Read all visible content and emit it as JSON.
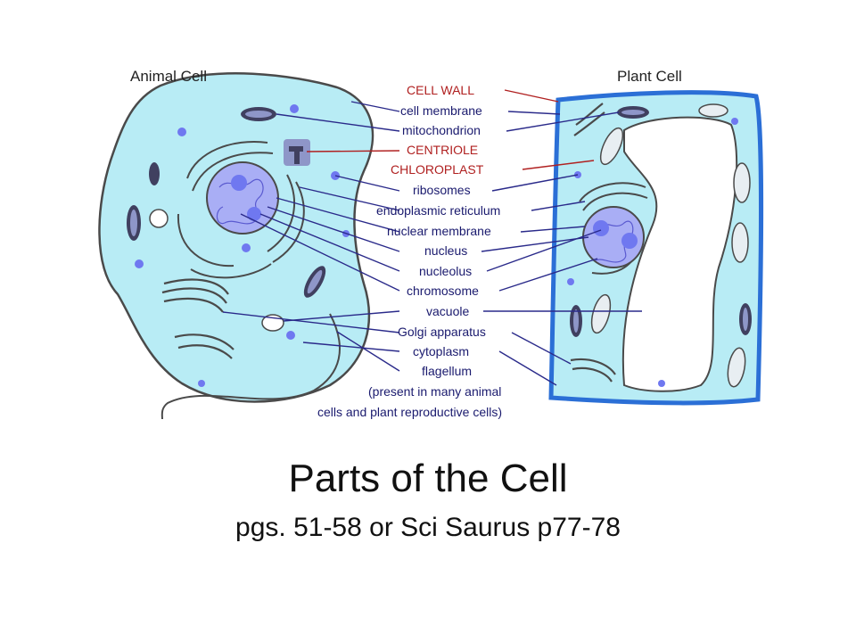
{
  "diagram": {
    "animal_heading": "Animal Cell",
    "plant_heading": "Plant Cell",
    "labels": [
      {
        "id": "cell-wall",
        "text": "CELL WALL",
        "style": "red"
      },
      {
        "id": "cell-membrane",
        "text": "cell membrane",
        "style": "blue"
      },
      {
        "id": "mitochondrion",
        "text": "mitochondrion",
        "style": "blue"
      },
      {
        "id": "centriole",
        "text": "CENTRIOLE",
        "style": "red"
      },
      {
        "id": "chloroplast",
        "text": "CHLOROPLAST",
        "style": "red"
      },
      {
        "id": "ribosomes",
        "text": "ribosomes",
        "style": "blue"
      },
      {
        "id": "endoplasmic-reticulum",
        "text": "endoplasmic reticulum",
        "style": "blue"
      },
      {
        "id": "nuclear-membrane",
        "text": "nuclear membrane",
        "style": "blue"
      },
      {
        "id": "nucleus",
        "text": "nucleus",
        "style": "blue"
      },
      {
        "id": "nucleolus",
        "text": "nucleolus",
        "style": "blue"
      },
      {
        "id": "chromosome",
        "text": "chromosome",
        "style": "blue"
      },
      {
        "id": "vacuole",
        "text": "vacuole",
        "style": "blue"
      },
      {
        "id": "golgi-apparatus",
        "text": "Golgi apparatus",
        "style": "blue"
      },
      {
        "id": "cytoplasm",
        "text": "cytoplasm",
        "style": "blue"
      },
      {
        "id": "flagellum",
        "text": "flagellum",
        "style": "blue"
      },
      {
        "id": "flagellum-note-1",
        "text": "(present in many animal",
        "style": "blue"
      },
      {
        "id": "flagellum-note-2",
        "text": "cells and plant reproductive cells)",
        "style": "blue"
      }
    ],
    "colors": {
      "cytoplasm": "#b8ecf5",
      "outline": "#4a4a4a",
      "nucleus": "#a9aef5",
      "nucleolus": "#6f78f0",
      "plant_wall": "#2b6fd6",
      "label_blue": "#1a1a6e",
      "label_red": "#b02020",
      "leader_blue": "#2a2a8a",
      "leader_red": "#b02020"
    }
  },
  "slide": {
    "title": "Parts of the Cell",
    "subtitle": "pgs. 51-58 or Sci Saurus p77-78"
  }
}
